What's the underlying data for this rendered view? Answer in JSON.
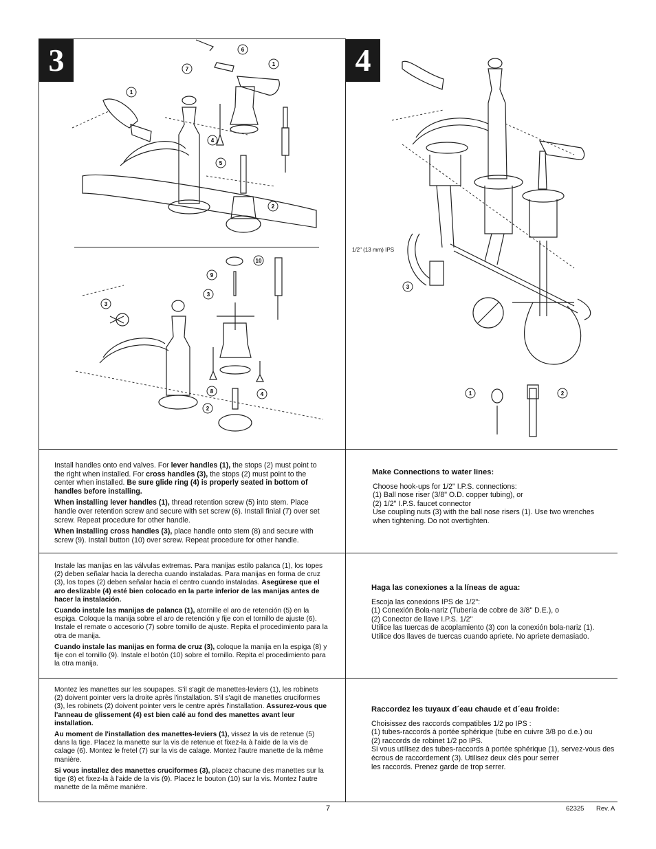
{
  "step3": {
    "number": "3",
    "callouts_top": [
      "6",
      "7",
      "1",
      "1",
      "4",
      "5",
      "2"
    ],
    "callouts_bottom": [
      "10",
      "9",
      "3",
      "3",
      "8",
      "4",
      "2"
    ],
    "en": {
      "p1_a": "Install handles onto end valves. For ",
      "p1_b": "lever handles (1),",
      "p1_c": " the stops (2) must point to the right when installed. For ",
      "p1_d": "cross handles (3),",
      "p1_e": " the stops (2) must point to the center when installed. ",
      "p1_f": "Be sure glide ring (4) is properly seated in bottom of handles before installing.",
      "p2_a": "When installing lever handles (1),",
      "p2_b": " thread retention screw (5) into stem. Place handle over retention screw and secure with set screw (6). Install finial (7) over set screw. Repeat procedure for other handle.",
      "p3_a": "When installing cross handles (3),",
      "p3_b": " place handle onto stem (8) and secure with screw (9). Install button (10) over screw. Repeat procedure for other handle."
    },
    "es": {
      "p1_a": "Instale las manijas en las válvulas extremas. Para manijas estilo palanca (1), los topes (2) deben señalar hacia la derecha cuando instaladas. Para manijas en forma de cruz (3), los topes (2) deben señalar hacia el centro cuando instaladas. ",
      "p1_b": "Asegúrese que el aro deslizable (4) esté bien colocado en la parte inferior de las manijas antes de hacer la instalación.",
      "p2_a": "Cuando instale las manijas de palanca (1),",
      "p2_b": " atornille el aro de retención (5) en la espiga. Coloque la manija sobre el aro de retención y fije con el tornillo de ajuste (6). Instale el remate o accesorio (7) sobre tornillo de ajuste. Repita el procedimiento para la otra de manija.",
      "p3_a": "Cuando instale las manijas en forma de cruz (3),",
      "p3_b": " coloque la manija en la espiga (8) y fije con el tornillo (9). Instale el botón (10) sobre el tornillo. Repita el procedimiento para la otra manija."
    },
    "fr": {
      "p1_a": "Montez les manettes sur les soupapes. S'il s'agit de manettes-leviers (1), les robinets (2) doivent pointer vers la droite après l'installation. S'il s'agit de manettes cruciformes (3), les robinets (2) doivent pointer vers le centre après l'installation. ",
      "p1_b": "Assurez-vous que l'anneau de glissement (4) est bien calé au fond des manettes avant leur installation.",
      "p2_a": "Au moment de l'installation des manettes-leviers (1),",
      "p2_b": " vissez la vis de retenue (5) dans la tige. Placez la manette sur la vis de retenue et fixez-la à l'aide de la vis de calage (6). Montez le fretel (7) sur la vis de calage. Montez l'autre manette de la même manière.",
      "p3_a": "Si vous installez des manettes cruciformes (3),",
      "p3_b": " placez chacune des manettes sur la tige (8) et fixez-la à l'aide de la vis (9). Placez le bouton (10) sur la vis. Montez l'autre manette de la même manière."
    }
  },
  "step4": {
    "number": "4",
    "ips_label": "1/2\" (13 mm) IPS",
    "callouts": [
      "3",
      "1",
      "2"
    ],
    "en": {
      "heading": "Make Connections to water lines:",
      "body": "Choose hook-ups for 1/2\" I.P.S. connections:\n  (1) Ball nose riser (3/8\" O.D. copper tubing), or\n  (2) 1/2\" I.P.S. faucet connector\nUse coupling nuts (3) with the ball nose risers (1). Use two wrenches when tightening. Do not overtighten."
    },
    "es": {
      "heading": "Haga las conexiones a la líneas de agua:",
      "body": "Escoja las conexions IPS de 1/2\":\n  (1)  Conexión Bola-nariz (Tubería de cobre de 3/8\" D.E.), o\n  (2)  Conector de llave I.P.S. 1/2\"\nUtilice las tuercas de acoplamiento (3) con la conexión bola-nariz (1). Utilice dos llaves de tuercas cuando apriete. No apriete demasiado."
    },
    "fr": {
      "heading": "Raccordez les tuyaux d´eau chaude et d´eau froide:",
      "body": "Choisissez des raccords compatibles 1/2 po IPS :\n  (1)  tubes-raccords à portée sphérique (tube en cuivre 3/8 po d.e.) ou\n  (2)  raccords de robinet 1/2 po IPS.\nSi vous utilisez des tubes-raccords à portée sphérique (1), servez-vous des écrous de raccordement (3). Utilisez deux clés pour serrer\nles raccords. Prenez garde de trop serrer."
    }
  },
  "footer": {
    "page_number": "7",
    "doc_number": "62325",
    "revision": "Rev. A"
  }
}
